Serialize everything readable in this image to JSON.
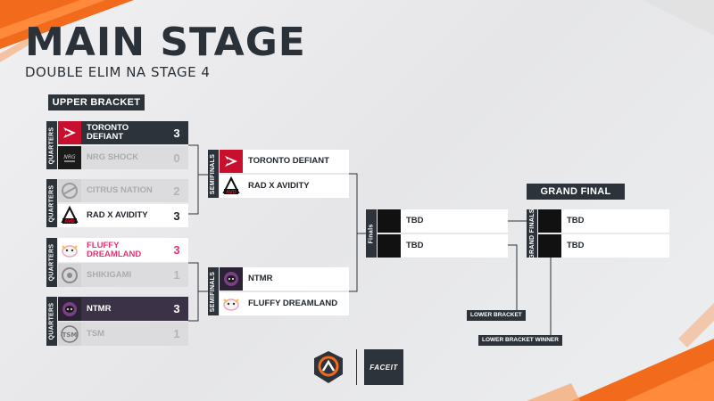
{
  "header": {
    "title": "MAIN STAGE",
    "subtitle": "DOUBLE ELIM NA STAGE 4"
  },
  "labels": {
    "upper_bracket": "UPPER BRACKET",
    "grand_final": "GRAND FINAL",
    "quarters": "QUARTERS",
    "semifinals": "SEMIFINALS",
    "finals": "Finals",
    "grand_finals": "GRAND FINALS",
    "lower_bracket": "LOWER BRACKET",
    "lower_bracket_winner": "LOWER BRACKET WINNER"
  },
  "quarters": [
    {
      "a": {
        "name": "TORONTO DEFIANT",
        "score": "3",
        "logo": "toronto-defiant-logo"
      },
      "b": {
        "name": "NRG SHOCK",
        "score": "0",
        "logo": "nrg-shock-logo"
      }
    },
    {
      "a": {
        "name": "CITRUS NATION",
        "score": "2",
        "logo": "citrus-nation-logo"
      },
      "b": {
        "name": "RAD X AVIDITY",
        "score": "3",
        "logo": "rad-x-avidity-logo"
      }
    },
    {
      "a": {
        "name": "FLUFFY DREAMLAND",
        "score": "3",
        "logo": "fluffy-dreamland-logo"
      },
      "b": {
        "name": "SHIKIGAMI",
        "score": "1",
        "logo": "shikigami-logo"
      }
    },
    {
      "a": {
        "name": "NTMR",
        "score": "3",
        "logo": "ntmr-logo"
      },
      "b": {
        "name": "TSM",
        "score": "1",
        "logo": "tsm-logo"
      }
    }
  ],
  "semifinals": [
    {
      "a": {
        "name": "TORONTO DEFIANT"
      },
      "b": {
        "name": "RAD X AVIDITY"
      }
    },
    {
      "a": {
        "name": "NTMR"
      },
      "b": {
        "name": "FLUFFY DREAMLAND"
      }
    }
  ],
  "finals": {
    "a": {
      "name": "TBD"
    },
    "b": {
      "name": "TBD"
    }
  },
  "grand_final": {
    "a": {
      "name": "TBD"
    },
    "b": {
      "name": "TBD"
    }
  },
  "footer": {
    "faceit": "FACEIT"
  },
  "colors": {
    "accent_orange": "#f26b1d",
    "dark": "#2c333a",
    "pink": "#e8336f",
    "purple": "#3c3247"
  }
}
